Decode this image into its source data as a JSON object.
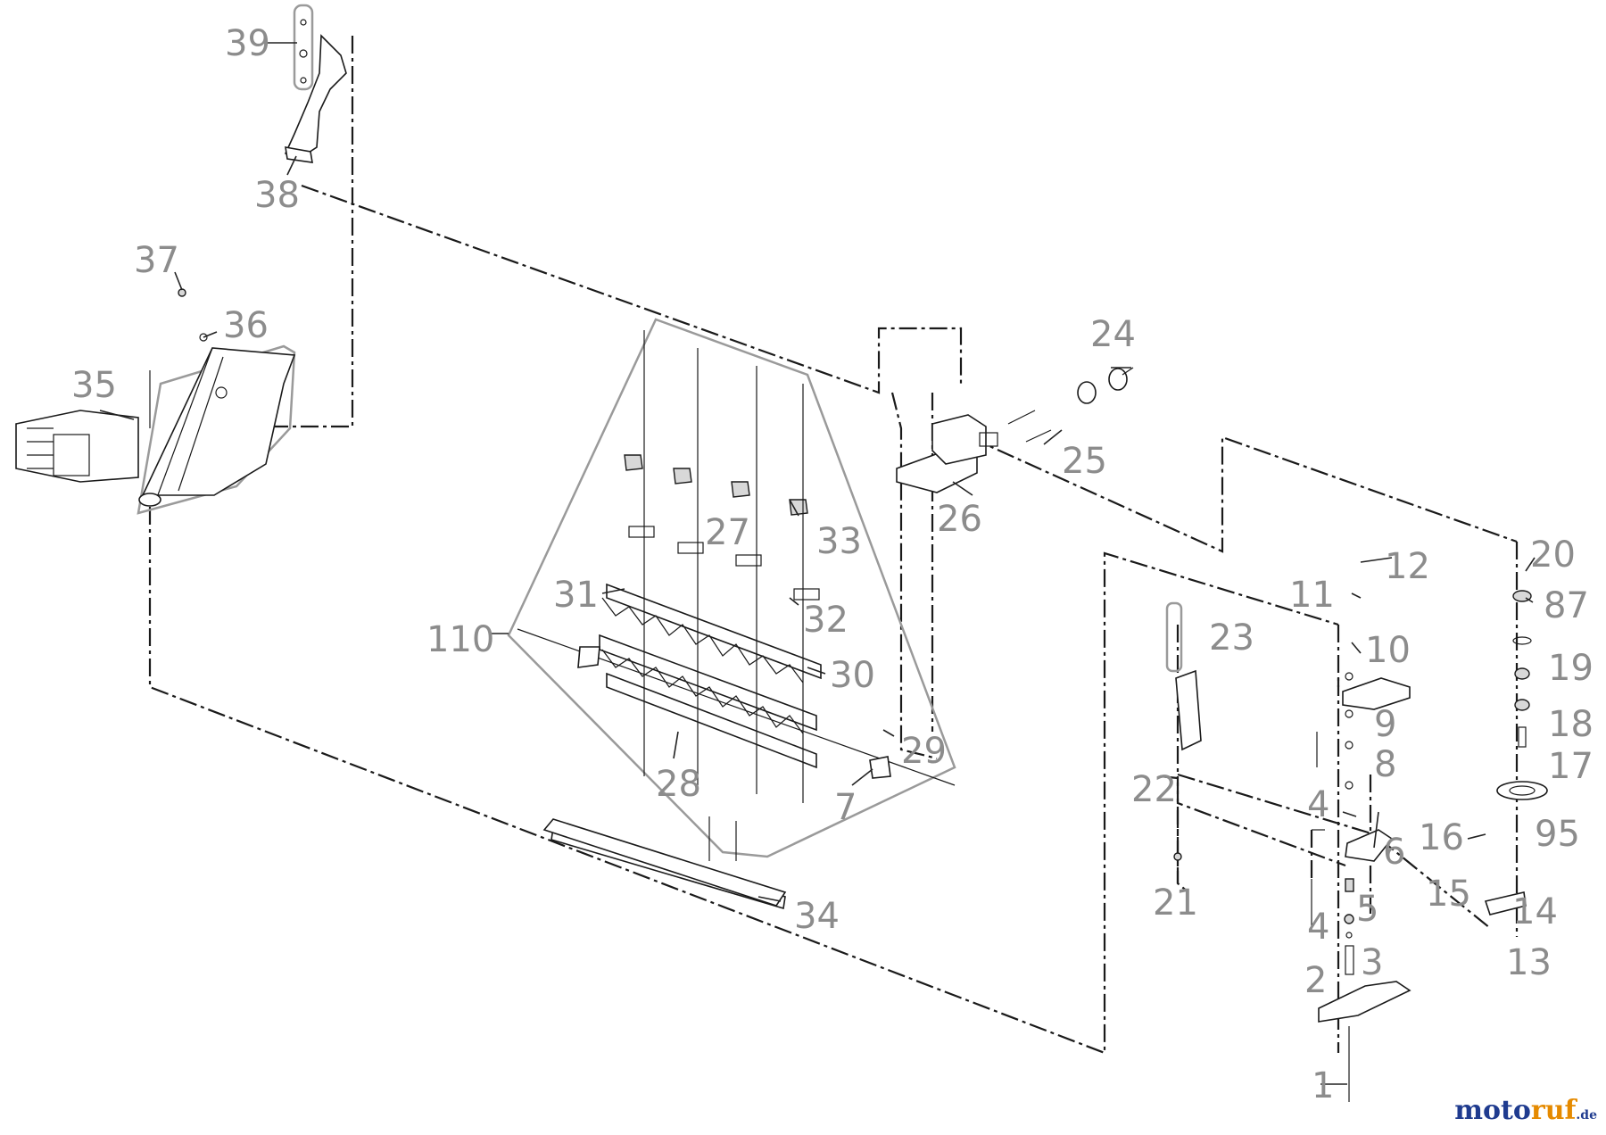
{
  "diagram": {
    "callouts": [
      {
        "id": "39",
        "text": "39"
      },
      {
        "id": "38",
        "text": "38"
      },
      {
        "id": "37",
        "text": "37"
      },
      {
        "id": "36",
        "text": "36"
      },
      {
        "id": "35",
        "text": "35"
      },
      {
        "id": "24",
        "text": "24"
      },
      {
        "id": "25",
        "text": "25"
      },
      {
        "id": "26",
        "text": "26"
      },
      {
        "id": "27",
        "text": "27"
      },
      {
        "id": "33",
        "text": "33"
      },
      {
        "id": "31",
        "text": "31"
      },
      {
        "id": "32",
        "text": "32"
      },
      {
        "id": "110",
        "text": "110"
      },
      {
        "id": "30",
        "text": "30"
      },
      {
        "id": "29",
        "text": "29"
      },
      {
        "id": "28",
        "text": "28"
      },
      {
        "id": "7",
        "text": "7"
      },
      {
        "id": "34",
        "text": "34"
      },
      {
        "id": "20",
        "text": "20"
      },
      {
        "id": "87",
        "text": "87"
      },
      {
        "id": "19",
        "text": "19"
      },
      {
        "id": "18",
        "text": "18"
      },
      {
        "id": "17",
        "text": "17"
      },
      {
        "id": "95",
        "text": "95"
      },
      {
        "id": "12",
        "text": "12"
      },
      {
        "id": "11",
        "text": "11"
      },
      {
        "id": "10",
        "text": "10"
      },
      {
        "id": "23",
        "text": "23"
      },
      {
        "id": "22",
        "text": "22"
      },
      {
        "id": "9",
        "text": "9"
      },
      {
        "id": "8",
        "text": "8"
      },
      {
        "id": "4a",
        "text": "4"
      },
      {
        "id": "6",
        "text": "6"
      },
      {
        "id": "16",
        "text": "16"
      },
      {
        "id": "15",
        "text": "15"
      },
      {
        "id": "14",
        "text": "14"
      },
      {
        "id": "21",
        "text": "21"
      },
      {
        "id": "5",
        "text": "5"
      },
      {
        "id": "4b",
        "text": "4"
      },
      {
        "id": "3",
        "text": "3"
      },
      {
        "id": "13",
        "text": "13"
      },
      {
        "id": "2",
        "text": "2"
      },
      {
        "id": "1",
        "text": "1"
      }
    ]
  },
  "watermark": {
    "part1": "moto",
    "part2": "ruf",
    "suffix": ".de"
  }
}
